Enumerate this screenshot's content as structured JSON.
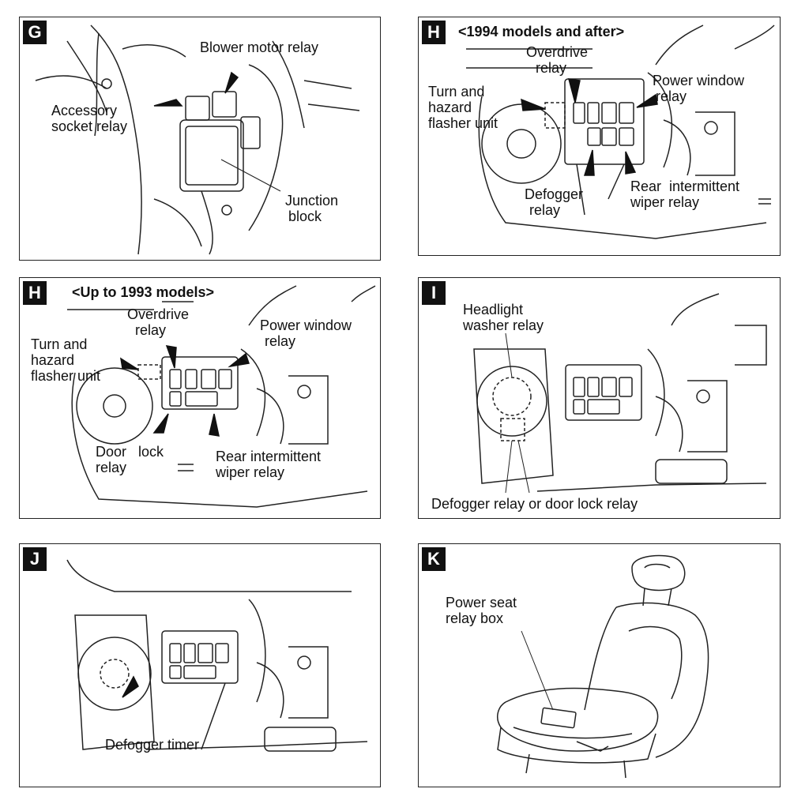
{
  "panels": {
    "g": {
      "badge": "G",
      "labels": {
        "blower": "Blower motor relay",
        "accessory_1": "Accessory",
        "accessory_2": "socket relay",
        "junction_1": "Junction",
        "junction_2": "block"
      }
    },
    "h_new": {
      "badge": "H",
      "title": "<1994 models and after>",
      "labels": {
        "overdrive_1": "Overdrive",
        "overdrive_2": "relay",
        "turn_1": "Turn and",
        "turn_2": "hazard",
        "turn_3": "flasher unit",
        "power_1": "Power window",
        "power_2": "relay",
        "defogger_1": "Defogger",
        "defogger_2": "relay",
        "rear_1": "Rear  intermittent",
        "rear_2": "wiper relay"
      }
    },
    "h_old": {
      "badge": "H",
      "title": "<Up to 1993 models>",
      "labels": {
        "overdrive_1": "Overdrive",
        "overdrive_2": "relay",
        "turn_1": "Turn and",
        "turn_2": "hazard",
        "turn_3": "flasher unit",
        "power_1": "Power window",
        "power_2": "relay",
        "door_1": "Door   lock",
        "door_2": "relay",
        "rear_1": "Rear intermittent",
        "rear_2": "wiper relay"
      }
    },
    "i": {
      "badge": "I",
      "labels": {
        "headlight_1": "Headlight",
        "headlight_2": "washer relay",
        "defogger_door": "Defogger relay or door lock relay"
      }
    },
    "j": {
      "badge": "J",
      "labels": {
        "timer": "Defogger timer"
      }
    },
    "k": {
      "badge": "K",
      "labels": {
        "seat_1": "Power seat",
        "seat_2": "relay box"
      }
    }
  }
}
